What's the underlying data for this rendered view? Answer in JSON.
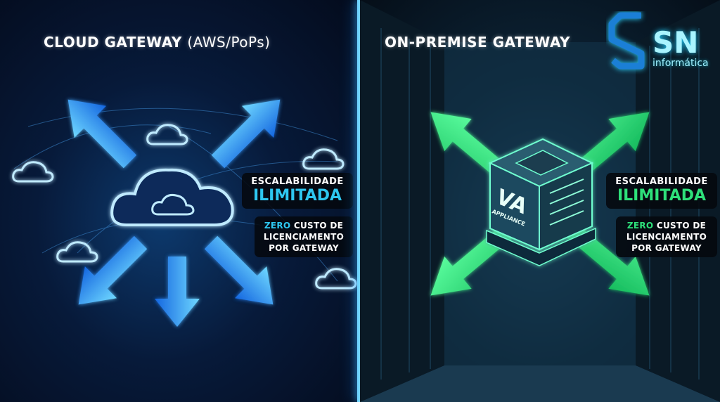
{
  "left": {
    "title_bold": "CLOUD GATEWAY",
    "title_sub": "(AWS/PoPs)",
    "scalability_line1": "ESCALABILIDADE",
    "scalability_line2": "ILIMITADA",
    "cost_highlight": "ZERO",
    "cost_line1_rest": " CUSTO DE",
    "cost_line2": "LICENCIAMENTO",
    "cost_line3": "POR GATEWAY",
    "accent": "#2ec7f0"
  },
  "right": {
    "title": "ON-PREMISE GATEWAY",
    "appliance_big": "VA",
    "appliance_small": "APPLIANCE",
    "scalability_line1": "ESCALABILIDADE",
    "scalability_line2": "ILIMITADA",
    "cost_highlight": "ZERO",
    "cost_line1_rest": " CUSTO DE",
    "cost_line2": "LICENCIAMENTO",
    "cost_line3": "POR GATEWAY",
    "accent": "#2ee07a"
  },
  "logo": {
    "name": "SN",
    "tagline": "informática"
  }
}
